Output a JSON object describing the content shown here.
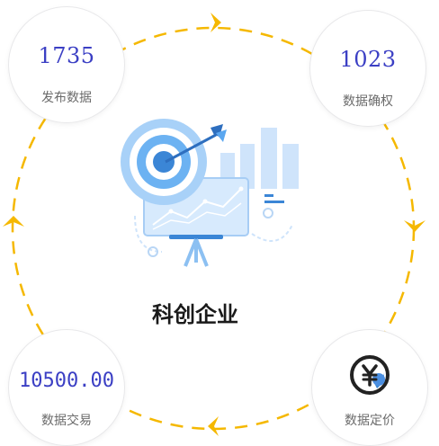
{
  "center": {
    "title": "科创企业"
  },
  "stats": {
    "published": {
      "value": "1735",
      "label": "发布数据"
    },
    "rights": {
      "value": "1023",
      "label": "数据确权"
    },
    "trading": {
      "value": "10500.00",
      "label": "数据交易"
    },
    "pricing": {
      "label": "数据定价",
      "icon": "yuan-coin-icon"
    }
  },
  "colors": {
    "accent_blue": "#3b3fc4",
    "ring_dash": "#f5b800",
    "illustration_blue": "#5aa7f0",
    "label_gray": "#6b6b6b"
  }
}
